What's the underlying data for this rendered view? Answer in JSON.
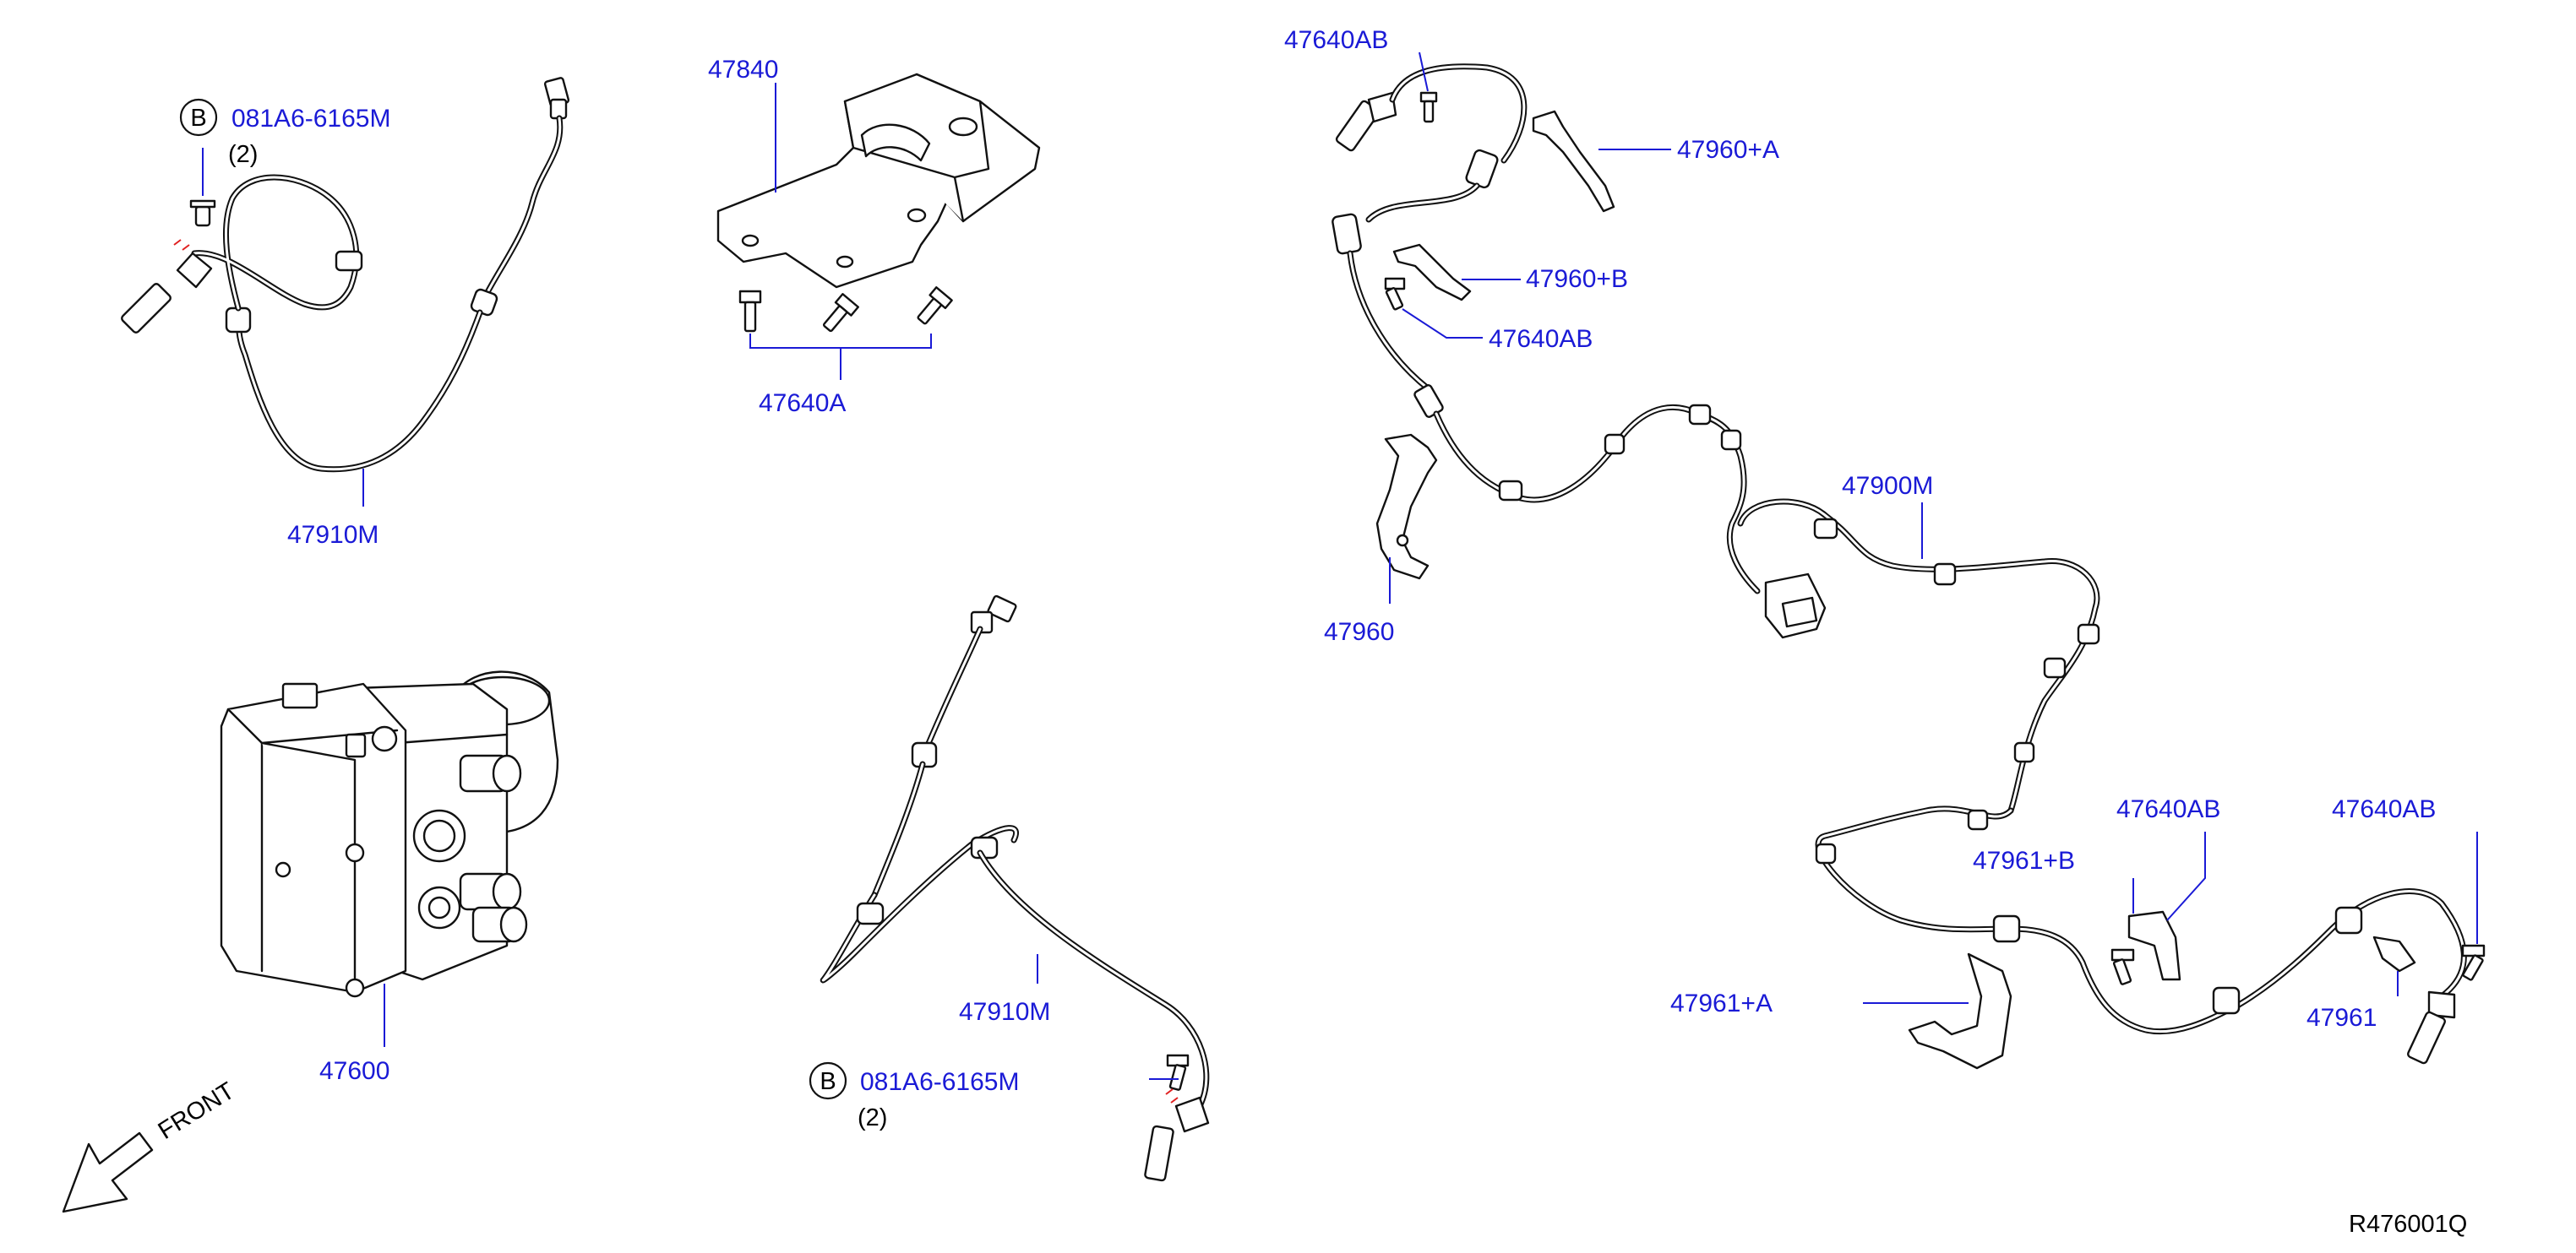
{
  "diagram": {
    "labels": {
      "bolt_b_top": "081A6-6165M",
      "bolt_b_top_qty": "(2)",
      "bolt_b_top_circle": "B",
      "bracket_top": "47840",
      "bolts_bracket": "47640A",
      "sensor_front_left": "47910M",
      "abs_actuator": "47600",
      "front_text": "FRONT",
      "sensor_front_right": "47910M",
      "bolt_b_bottom": "081A6-6165M",
      "bolt_b_bottom_qty": "(2)",
      "bolt_b_bottom_circle": "B",
      "bolt_rear_top": "47640AB",
      "bracket_rear_a": "47960+A",
      "bracket_rear_b": "47960+B",
      "bolt_rear_mid": "47640AB",
      "bracket_rear_main": "47960",
      "harness_rear": "47900M",
      "bolt_rear_r1": "47640AB",
      "bracket_rear_r1_b": "47961+B",
      "bolt_rear_r2": "47640AB",
      "bracket_rear_r1_a": "47961+A",
      "bracket_rear_r2": "47961",
      "drawing_code": "R476001Q"
    }
  }
}
